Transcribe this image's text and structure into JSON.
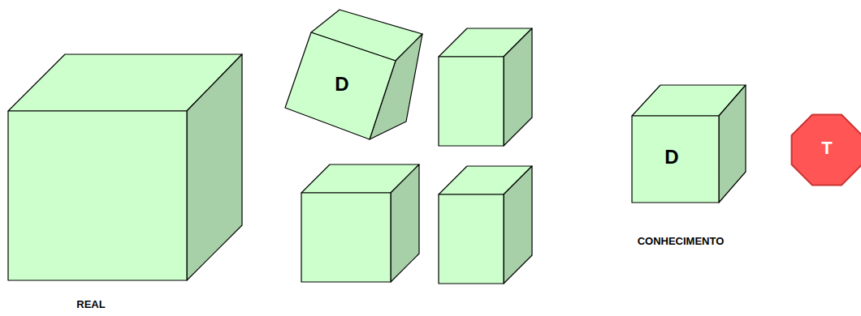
{
  "diagram": {
    "nodes": [
      {
        "text": [
          "D"
        ]
      },
      {
        "text": [
          "D"
        ]
      },
      {
        "text": [
          "T"
        ]
      }
    ],
    "labels": [
      "REAL",
      "CONHECIMENTO"
    ]
  }
}
